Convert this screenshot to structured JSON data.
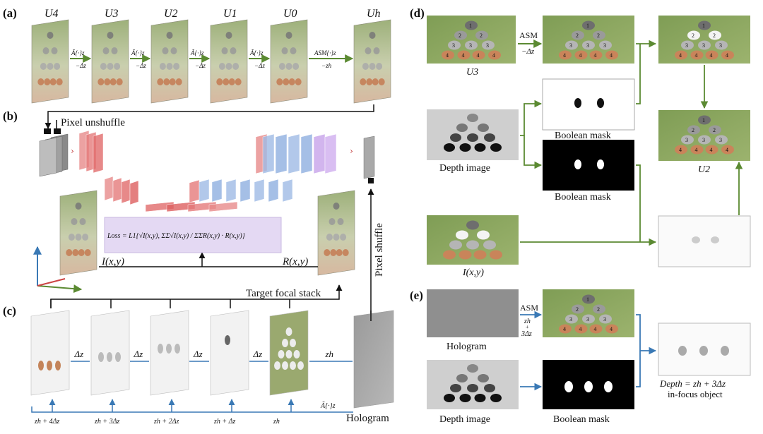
{
  "panels": {
    "a": "(a)",
    "b": "(b)",
    "c": "(c)",
    "d": "(d)",
    "e": "(e)"
  },
  "colors": {
    "green_arrow": "#5b8a32",
    "blue_arrow": "#3a79b5",
    "black_arrow": "#111111",
    "red_block": "#e06060",
    "blue_block": "#8fb0e0",
    "purple_block": "#c49be8",
    "loss_box": "#e4d9f3",
    "scene_green": "#8fa86a"
  },
  "panel_a": {
    "field_labels": [
      "U4",
      "U3",
      "U2",
      "U1",
      "U0",
      "Uh"
    ],
    "step_op": "Ã{·}z",
    "step_dist": "−Δz",
    "last_op": "ASM{·}z",
    "last_dist": "−zh"
  },
  "panel_b": {
    "pixel_unshuffle": "Pixel unshuffle",
    "pixel_shuffle": "Pixel shuffle",
    "input_label": "I(x,y)",
    "output_label": "R(x,y)",
    "loss_formula": "Loss = L1{√I(x,y), ΣΣ√I(x,y) / ΣΣR(x,y) · R(x,y)}"
  },
  "panel_c": {
    "target_focal_stack": "Target focal stack",
    "gap_labels": [
      "Δz",
      "Δz",
      "Δz",
      "Δz",
      "zh"
    ],
    "bottom_labels": [
      "zh + 4Δz",
      "zh + 3Δz",
      "zh + 2Δz",
      "zh + Δz",
      "zh"
    ],
    "prop_op": "Ã{·}z",
    "hologram": "Hologram"
  },
  "panel_d": {
    "u3_label": "U3",
    "asm": "ASM",
    "asm_dist": "−Δz",
    "boolean_mask_1": "Boolean mask",
    "boolean_mask_2": "Boolean mask",
    "depth_image": "Depth image",
    "u2_label": "U2",
    "intensity_label": "I(x,y)",
    "digits": [
      "1",
      "2",
      "3",
      "4"
    ]
  },
  "panel_e": {
    "hologram": "Hologram",
    "asm": "ASM",
    "asm_dist_top": "zh",
    "asm_dist_plus": "+",
    "asm_dist_bottom": "3Δz",
    "depth_image": "Depth image",
    "boolean_mask": "Boolean mask",
    "result_line1": "Depth = zh + 3Δz",
    "result_line2": "in-focus object"
  }
}
